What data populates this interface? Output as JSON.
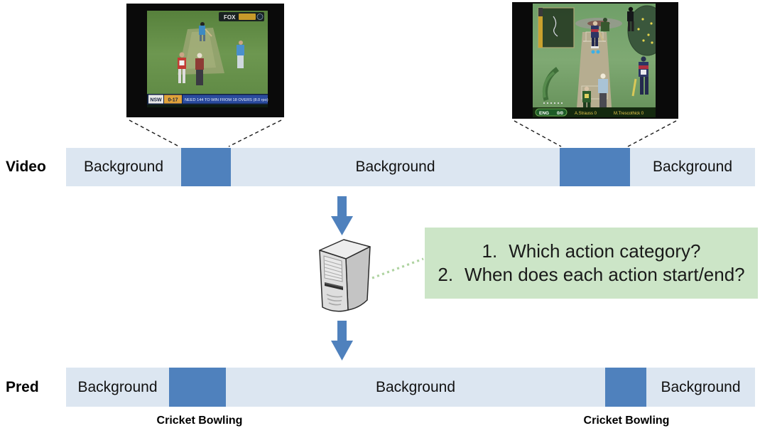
{
  "figure": {
    "type": "temporal-action-detection-diagram"
  },
  "colors": {
    "timeline_background": "#dce6f1",
    "action_segment_blue": "#4f81bd",
    "arrow_blue": "#4f81bd",
    "question_box_green": "#cce5c7",
    "dotted_connector_green": "#aed3a0",
    "dashed_connector_black": "#1a1a1a"
  },
  "video_row": {
    "label": "Video",
    "segments": [
      {
        "kind": "background",
        "text": "Background"
      },
      {
        "kind": "action",
        "text": ""
      },
      {
        "kind": "background",
        "text": "Background"
      },
      {
        "kind": "action",
        "text": ""
      },
      {
        "kind": "background",
        "text": "Background"
      }
    ]
  },
  "pred_row": {
    "label": "Pred",
    "segments": [
      {
        "kind": "background",
        "text": "Background"
      },
      {
        "kind": "action",
        "text": ""
      },
      {
        "kind": "background",
        "text": "Background"
      },
      {
        "kind": "action",
        "text": ""
      },
      {
        "kind": "background",
        "text": "Background"
      }
    ],
    "action_captions": [
      {
        "text": "Cricket Bowling"
      },
      {
        "text": "Cricket Bowling"
      }
    ]
  },
  "question_box": {
    "items": [
      {
        "num": "1.",
        "text": "Which action category?"
      },
      {
        "num": "2.",
        "text": "When does each action start/end?"
      }
    ]
  },
  "thumb_left": {
    "logo_text": "FOX",
    "ticker_team": "NSW",
    "ticker_score": "0-17",
    "ticker_message": "NEED 144 TO WIN FROM 18 OVERS (8.0 rpo)"
  },
  "thumb_right": {
    "scoreboard_team": "ENG",
    "scoreboard_score": "0/0",
    "batsman1_name": "A.Strauss 0",
    "batsman2_name": "M.Trescothick 0"
  }
}
